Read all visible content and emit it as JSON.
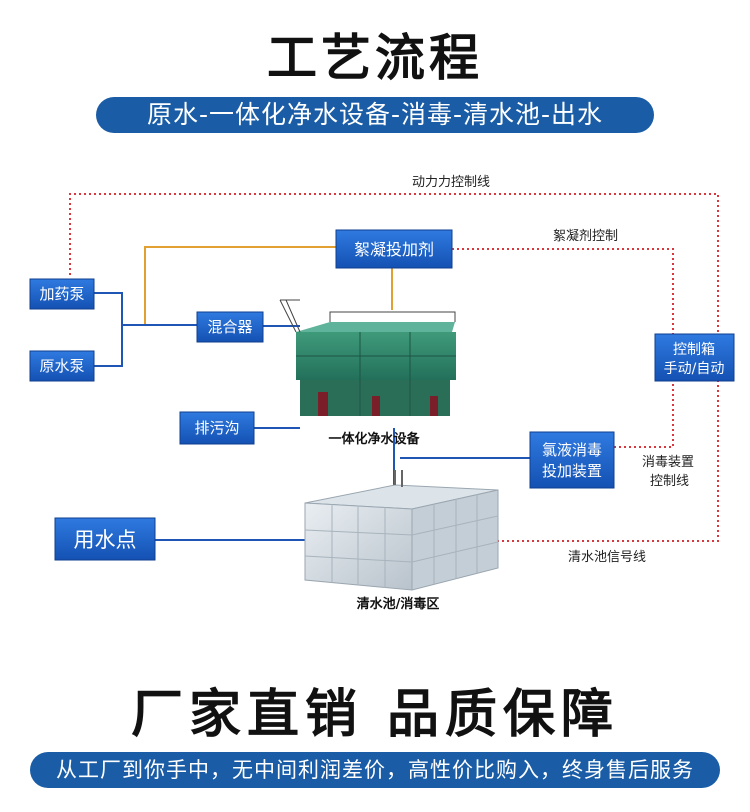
{
  "title": "工艺流程",
  "subtitle": "原水-一体化净水设备-消毒-清水池-出水",
  "boxes": {
    "dosing_pump": "加药泵",
    "raw_pump": "原水泵",
    "mixer": "混合器",
    "flocculant": "絮凝投加剂",
    "drain": "排污沟",
    "control_box_line1": "控制箱",
    "control_box_line2": "手动/自动",
    "chlorine_line1": "氯液消毒",
    "chlorine_line2": "投加装置",
    "water_point": "用水点"
  },
  "labels": {
    "power_line": "动力力控制线",
    "flocculant_control": "絮凝剂控制",
    "disinfect_line1": "消毒装置",
    "disinfect_line2": "控制线",
    "tank_signal": "清水池信号线",
    "equipment": "一体化净水设备",
    "tank": "清水池/消毒区"
  },
  "slogan": "厂家直销 品质保障",
  "footer": "从工厂到你手中，无中间利润差价，高性价比购入，终身售后服务",
  "colors": {
    "box_blue": "#1a5ec8",
    "bar_blue": "#1a5da6",
    "pipe_blue": "#1f56b5",
    "pipe_orange": "#e3a032",
    "signal_red": "#d9363e"
  }
}
